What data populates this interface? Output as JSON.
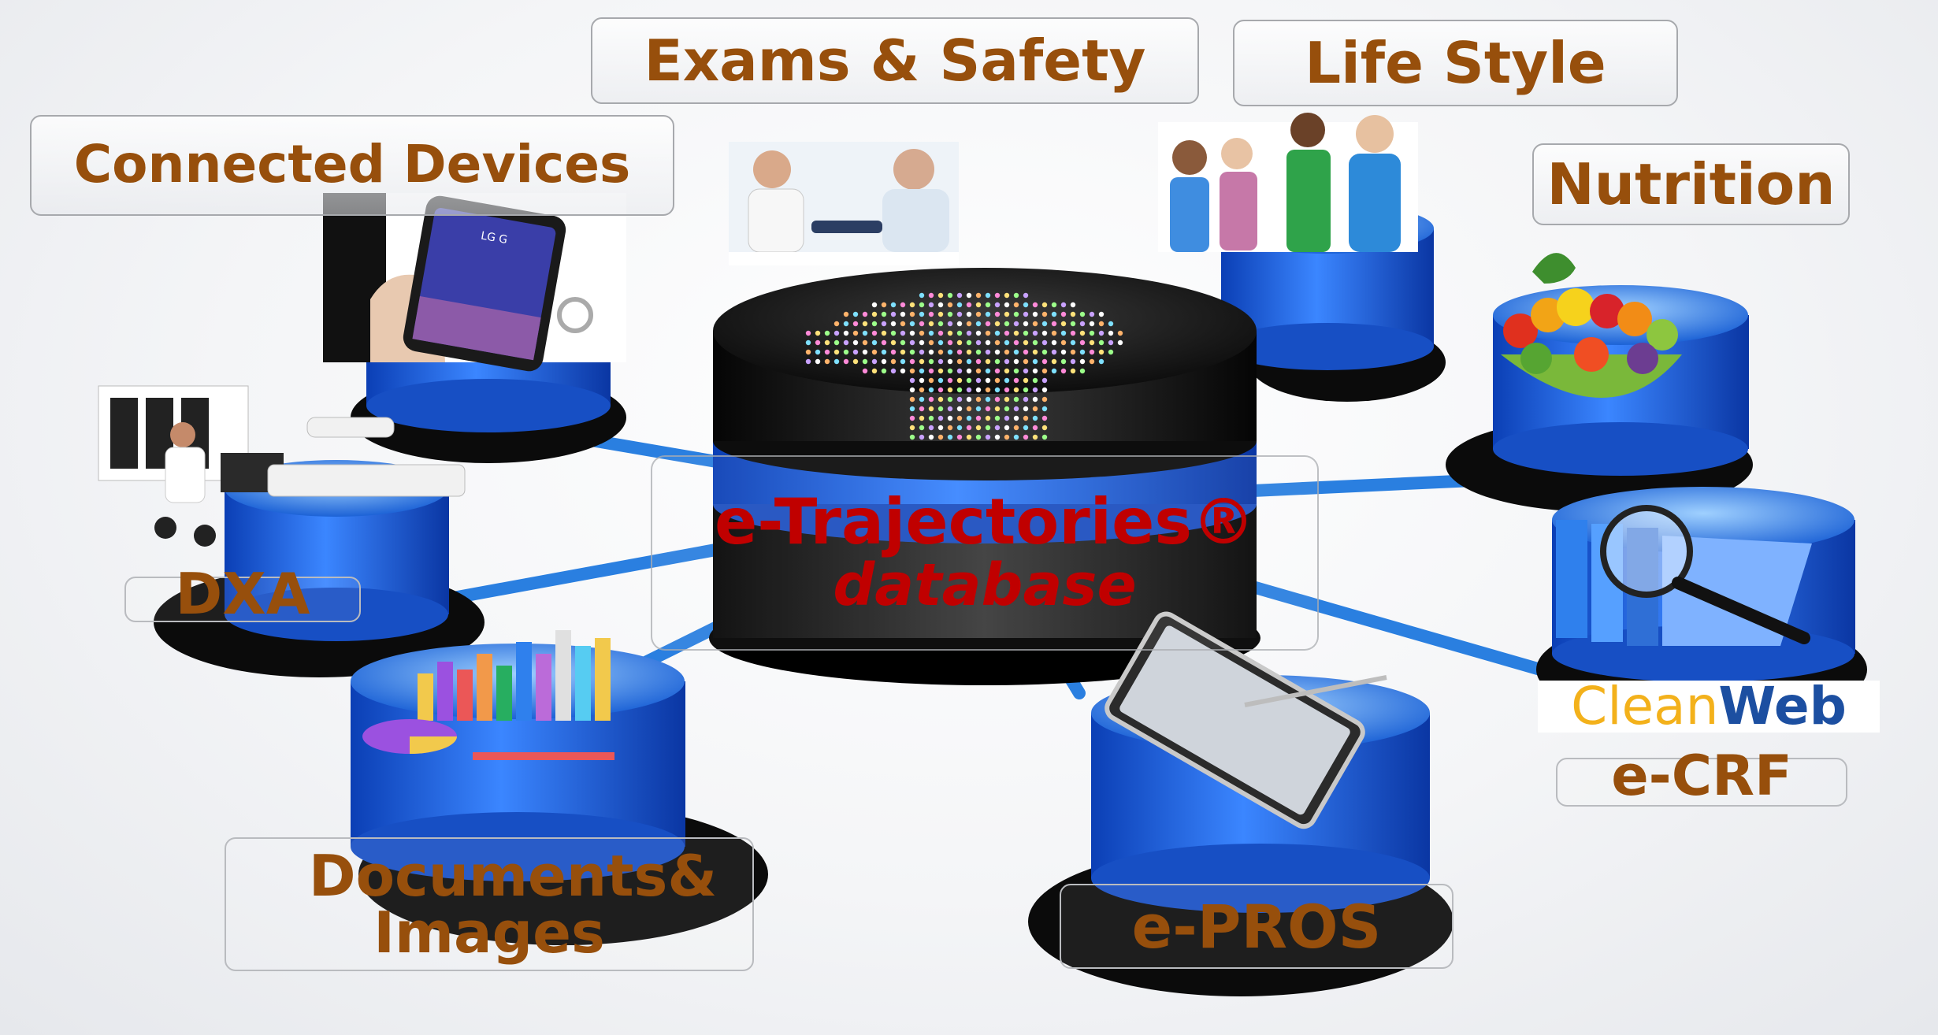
{
  "center": {
    "title": "e-Trajectories®",
    "subtitle": "database"
  },
  "labels": {
    "exams_safety": "Exams & Safety",
    "life_style": "Life Style",
    "connected_devices": "Connected Devices",
    "nutrition": "Nutrition",
    "dxa": "DXA",
    "documents_images_line1": "Documents&",
    "documents_images_line2": "Images",
    "epros": "e-PROS",
    "ecrf": "e-CRF"
  },
  "cleanweb": {
    "part1": "Clean",
    "part2": "Web"
  },
  "phone_brand": "LG G",
  "colors": {
    "label_text": "#974f0c",
    "title_red": "#c00000",
    "drum_blue": "#1f63e0",
    "drum_black": "#111111",
    "connector_blue": "#2a7fe0"
  },
  "icons": {
    "center": "head-profile-dots-icon",
    "connected_devices": "smartphone-icon",
    "exams_safety": "doctor-patient-photo-icon",
    "life_style": "seniors-exercise-photo-icon",
    "nutrition": "fruit-bowl-icon",
    "dxa": "dxa-scanner-icon",
    "documents_images": "bar-charts-icon",
    "epros": "tablet-icon",
    "ecrf": "folders-magnifier-icon"
  }
}
